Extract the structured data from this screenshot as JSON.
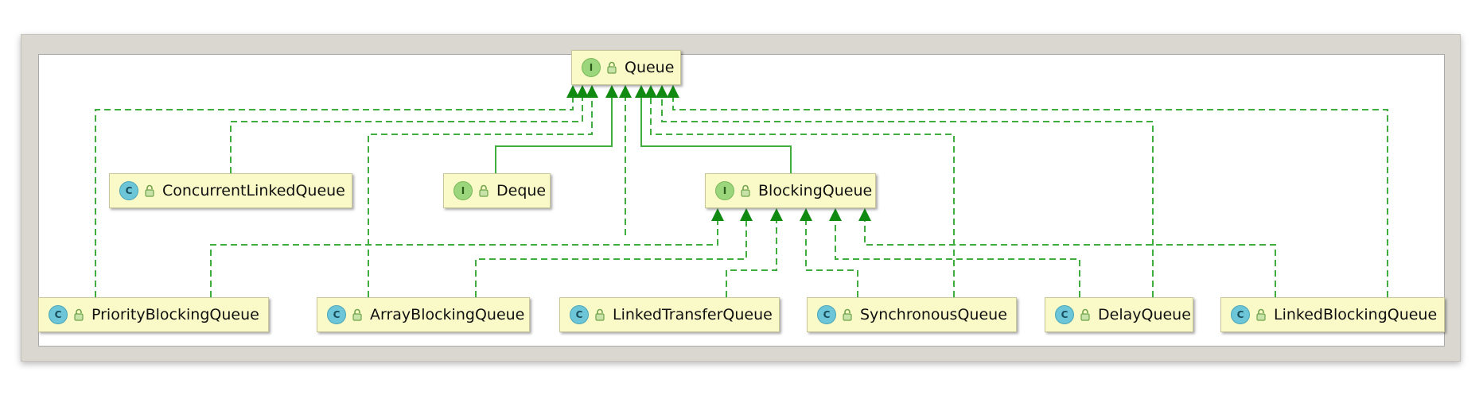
{
  "diagram": {
    "nodes": [
      {
        "id": "queue",
        "label": "Queue",
        "kind": "interface",
        "badge": "I"
      },
      {
        "id": "concurrent-linked-queue",
        "label": "ConcurrentLinkedQueue",
        "kind": "class",
        "badge": "C"
      },
      {
        "id": "deque",
        "label": "Deque",
        "kind": "interface",
        "badge": "I"
      },
      {
        "id": "blocking-queue",
        "label": "BlockingQueue",
        "kind": "interface",
        "badge": "I"
      },
      {
        "id": "priority-blocking-queue",
        "label": "PriorityBlockingQueue",
        "kind": "class",
        "badge": "C"
      },
      {
        "id": "array-blocking-queue",
        "label": "ArrayBlockingQueue",
        "kind": "class",
        "badge": "C"
      },
      {
        "id": "linked-transfer-queue",
        "label": "LinkedTransferQueue",
        "kind": "class",
        "badge": "C"
      },
      {
        "id": "synchronous-queue",
        "label": "SynchronousQueue",
        "kind": "class",
        "badge": "C"
      },
      {
        "id": "delay-queue",
        "label": "DelayQueue",
        "kind": "class",
        "badge": "C"
      },
      {
        "id": "linked-blocking-queue",
        "label": "LinkedBlockingQueue",
        "kind": "class",
        "badge": "C"
      }
    ],
    "edges": [
      {
        "from": "deque",
        "to": "queue",
        "relation": "extends"
      },
      {
        "from": "blocking-queue",
        "to": "queue",
        "relation": "extends"
      },
      {
        "from": "concurrent-linked-queue",
        "to": "queue",
        "relation": "implements"
      },
      {
        "from": "priority-blocking-queue",
        "to": "queue",
        "relation": "implements"
      },
      {
        "from": "array-blocking-queue",
        "to": "queue",
        "relation": "implements"
      },
      {
        "from": "linked-transfer-queue",
        "to": "queue",
        "relation": "implements"
      },
      {
        "from": "synchronous-queue",
        "to": "queue",
        "relation": "implements"
      },
      {
        "from": "delay-queue",
        "to": "queue",
        "relation": "implements"
      },
      {
        "from": "linked-blocking-queue",
        "to": "queue",
        "relation": "implements"
      },
      {
        "from": "priority-blocking-queue",
        "to": "blocking-queue",
        "relation": "implements"
      },
      {
        "from": "array-blocking-queue",
        "to": "blocking-queue",
        "relation": "implements"
      },
      {
        "from": "linked-transfer-queue",
        "to": "blocking-queue",
        "relation": "implements"
      },
      {
        "from": "synchronous-queue",
        "to": "blocking-queue",
        "relation": "implements"
      },
      {
        "from": "delay-queue",
        "to": "blocking-queue",
        "relation": "implements"
      },
      {
        "from": "linked-blocking-queue",
        "to": "blocking-queue",
        "relation": "implements"
      }
    ],
    "colors": {
      "edge": "#3fae3f",
      "arrowhead": "#118a11",
      "node_fill": "#fafac8",
      "class_badge": "#6cc6d8",
      "interface_badge": "#9cd67c"
    },
    "icons": {
      "kind_badge": "circle-letter-icon",
      "visibility": "public-lock-icon"
    }
  }
}
